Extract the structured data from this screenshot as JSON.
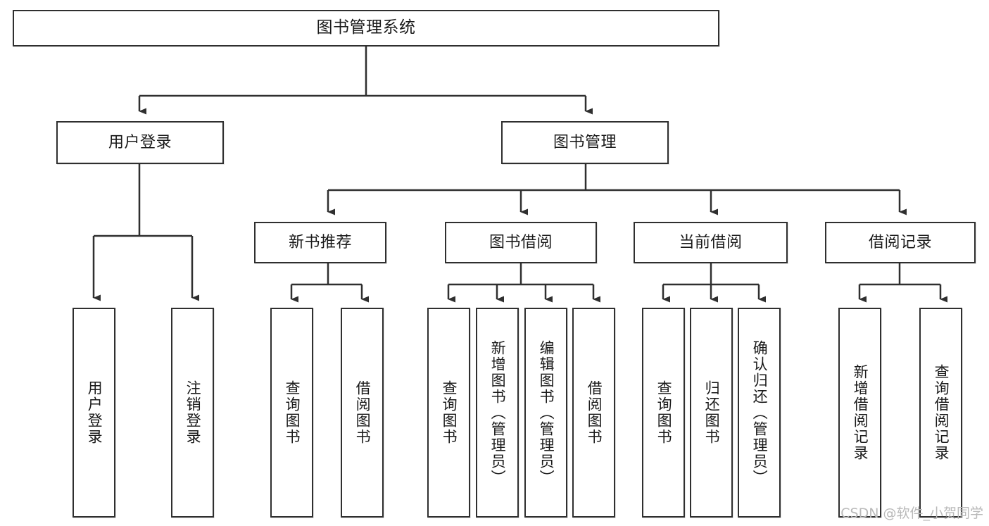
{
  "diagram": {
    "title": "图书管理系统",
    "type": "tree",
    "watermark": "CSDN @软件_小贺同学",
    "colors": {
      "border": "#2f2f2f",
      "box_fill": "#ffffff",
      "text": "#1a1a1a",
      "edge": "#2f2f2f",
      "watermark": "#b9b9b9",
      "background": "#ffffff"
    },
    "nodes": {
      "root": {
        "label": "图书管理系统",
        "level": 1,
        "orientation": "horizontal"
      },
      "level2": [
        {
          "label": "用户登录",
          "orientation": "horizontal"
        },
        {
          "label": "图书管理",
          "orientation": "horizontal"
        }
      ],
      "level3": [
        {
          "label": "新书推荐",
          "orientation": "horizontal",
          "parent": "图书管理"
        },
        {
          "label": "图书借阅",
          "orientation": "horizontal",
          "parent": "图书管理"
        },
        {
          "label": "当前借阅",
          "orientation": "horizontal",
          "parent": "图书管理"
        },
        {
          "label": "借阅记录",
          "orientation": "horizontal",
          "parent": "图书管理"
        }
      ],
      "leaves": [
        {
          "label": "用户登录",
          "orientation": "vertical",
          "parent": "用户登录"
        },
        {
          "label": "注销登录",
          "orientation": "vertical",
          "parent": "用户登录"
        },
        {
          "label": "查询图书",
          "orientation": "vertical",
          "parent": "新书推荐"
        },
        {
          "label": "借阅图书",
          "orientation": "vertical",
          "parent": "新书推荐"
        },
        {
          "label": "查询图书",
          "orientation": "vertical",
          "parent": "图书借阅"
        },
        {
          "label": "新增图书（管理员）",
          "orientation": "vertical",
          "parent": "图书借阅"
        },
        {
          "label": "编辑图书（管理员）",
          "orientation": "vertical",
          "parent": "图书借阅"
        },
        {
          "label": "借阅图书",
          "orientation": "vertical",
          "parent": "图书借阅"
        },
        {
          "label": "查询图书",
          "orientation": "vertical",
          "parent": "当前借阅"
        },
        {
          "label": "归还图书",
          "orientation": "vertical",
          "parent": "当前借阅"
        },
        {
          "label": "确认归还（管理员）",
          "orientation": "vertical",
          "parent": "当前借阅"
        },
        {
          "label": "新增借阅记录",
          "orientation": "vertical",
          "parent": "借阅记录"
        },
        {
          "label": "查询借阅记录",
          "orientation": "vertical",
          "parent": "借阅记录"
        }
      ]
    }
  }
}
